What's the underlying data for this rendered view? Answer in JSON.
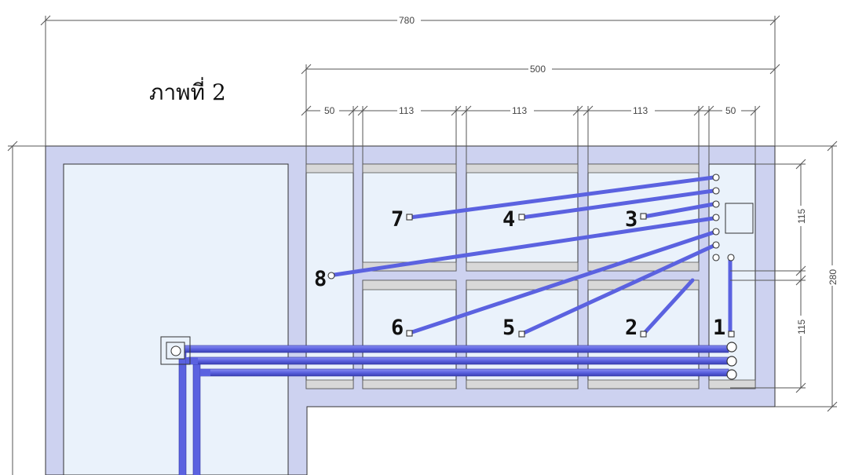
{
  "title": "ภาพที่ 2",
  "dimensions": {
    "overall_width": "780",
    "module_width": "500",
    "segments": [
      "50",
      "113",
      "113",
      "113",
      "50"
    ],
    "upper_height": "115",
    "lower_height": "115",
    "total_height": "280"
  },
  "point_labels": [
    "1",
    "2",
    "3",
    "4",
    "5",
    "6",
    "7",
    "8"
  ],
  "colors": {
    "slab": "#cdd2f0",
    "room": "#eaf2fb",
    "pipe": "#6a70e6",
    "pipe_edge": "#3a3fb8",
    "beam": "#d8d8d8",
    "line": "#333333"
  }
}
